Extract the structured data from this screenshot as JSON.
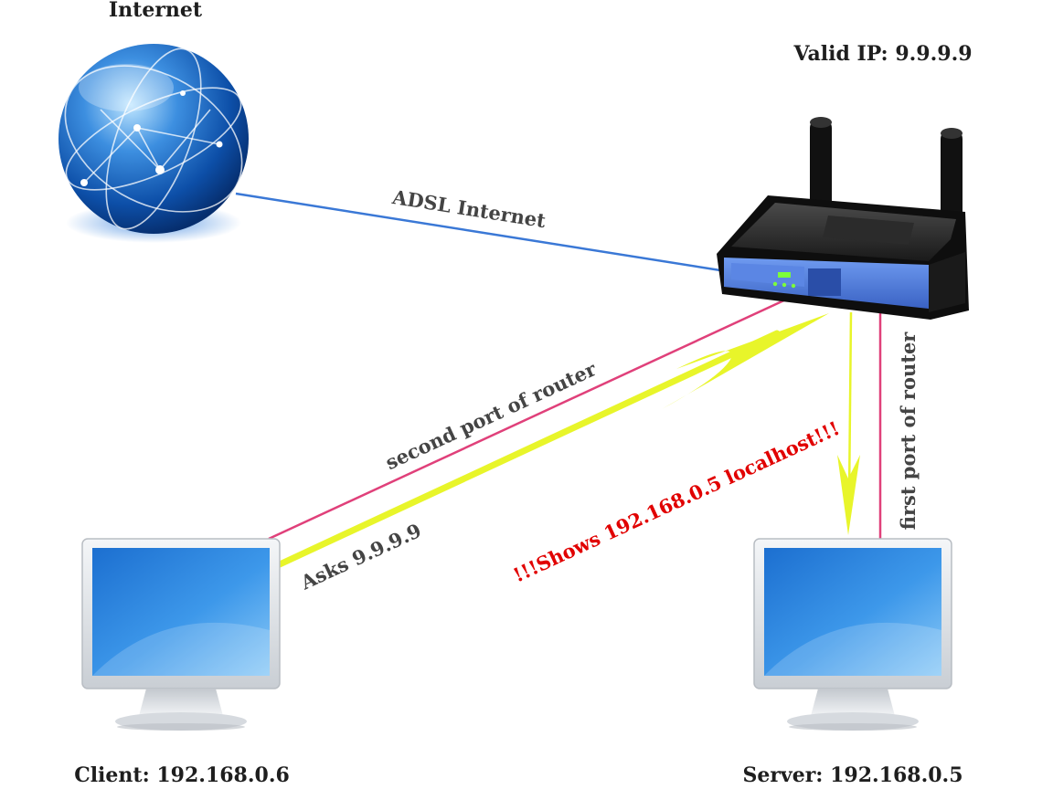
{
  "nodes": {
    "internet": {
      "label": "Internet",
      "icon": "globe-icon"
    },
    "router": {
      "label": "Valid IP: 9.9.9.9",
      "icon": "wireless-router-icon"
    },
    "client": {
      "label": "Client: 192.168.0.6",
      "icon": "monitor-icon"
    },
    "server": {
      "label": "Server: 192.168.0.5",
      "icon": "monitor-icon"
    }
  },
  "edges": {
    "adsl": {
      "label": "ADSL Internet",
      "color": "#3a78d6"
    },
    "second_port": {
      "label": "second port of router",
      "color": "#e0407a"
    },
    "first_port": {
      "label": "first port of router",
      "color": "#e0407a"
    },
    "asks": {
      "label": "Asks 9.9.9.9",
      "color": "#e8f52a"
    },
    "shows": {
      "label": "!!!Shows 192.168.0.5 localhost!!!",
      "color": "#e10000"
    }
  }
}
